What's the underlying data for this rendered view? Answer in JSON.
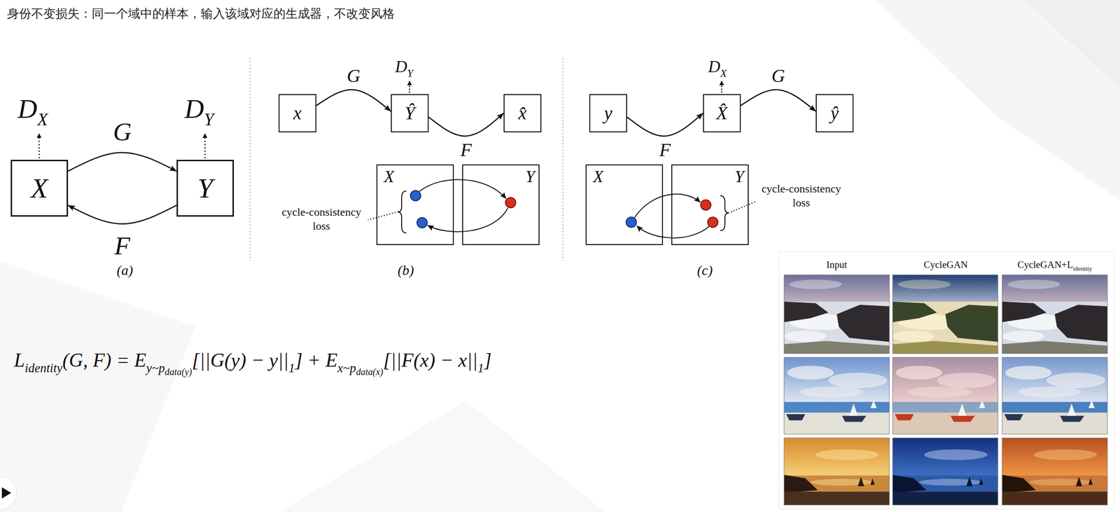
{
  "diagram": {
    "title": "身份不变损失：同一个域中的样本，输入该域对应的生成器，不改变风格",
    "nodes": [
      {
        "text": [
          "X"
        ]
      },
      {
        "text": [
          "Y"
        ]
      },
      {
        "text": [
          "x"
        ]
      },
      {
        "text": [
          "Ŷ"
        ]
      },
      {
        "text": [
          "x̂"
        ]
      },
      {
        "text": [
          "X"
        ]
      },
      {
        "text": [
          "Y"
        ]
      },
      {
        "text": [
          "y"
        ]
      },
      {
        "text": [
          "X̂"
        ]
      },
      {
        "text": [
          "ŷ"
        ]
      },
      {
        "text": [
          "X"
        ]
      },
      {
        "text": [
          "Y"
        ]
      }
    ],
    "edges": [
      {
        "from": 0,
        "to": 1,
        "label": "G",
        "arrow": "to"
      },
      {
        "from": 1,
        "to": 0,
        "label": "F",
        "arrow": "to"
      },
      {
        "from": 2,
        "to": 3,
        "label": "G",
        "arrow": "to"
      },
      {
        "from": 3,
        "to": 4,
        "label": "F",
        "arrow": "to"
      },
      {
        "from": 7,
        "to": 8,
        "label": "F",
        "arrow": "to"
      },
      {
        "from": 8,
        "to": 9,
        "label": "G",
        "arrow": "to"
      }
    ],
    "labels": [
      "D",
      "X",
      "D",
      "Y",
      "(a)",
      "D",
      "Y",
      "cycle-consistency loss",
      "(b)",
      "D",
      "X",
      "cycle-consistency loss",
      "(c)",
      "L",
      "identity",
      "(G, F) = E",
      "y~p",
      "data(y)",
      "[||G(y) − y||",
      "1",
      "] + E",
      "x~p",
      "data(x)",
      "[||F(x) − x||",
      "1",
      "]",
      "Input",
      "CycleGAN",
      "CycleGAN+L",
      "identity"
    ]
  }
}
